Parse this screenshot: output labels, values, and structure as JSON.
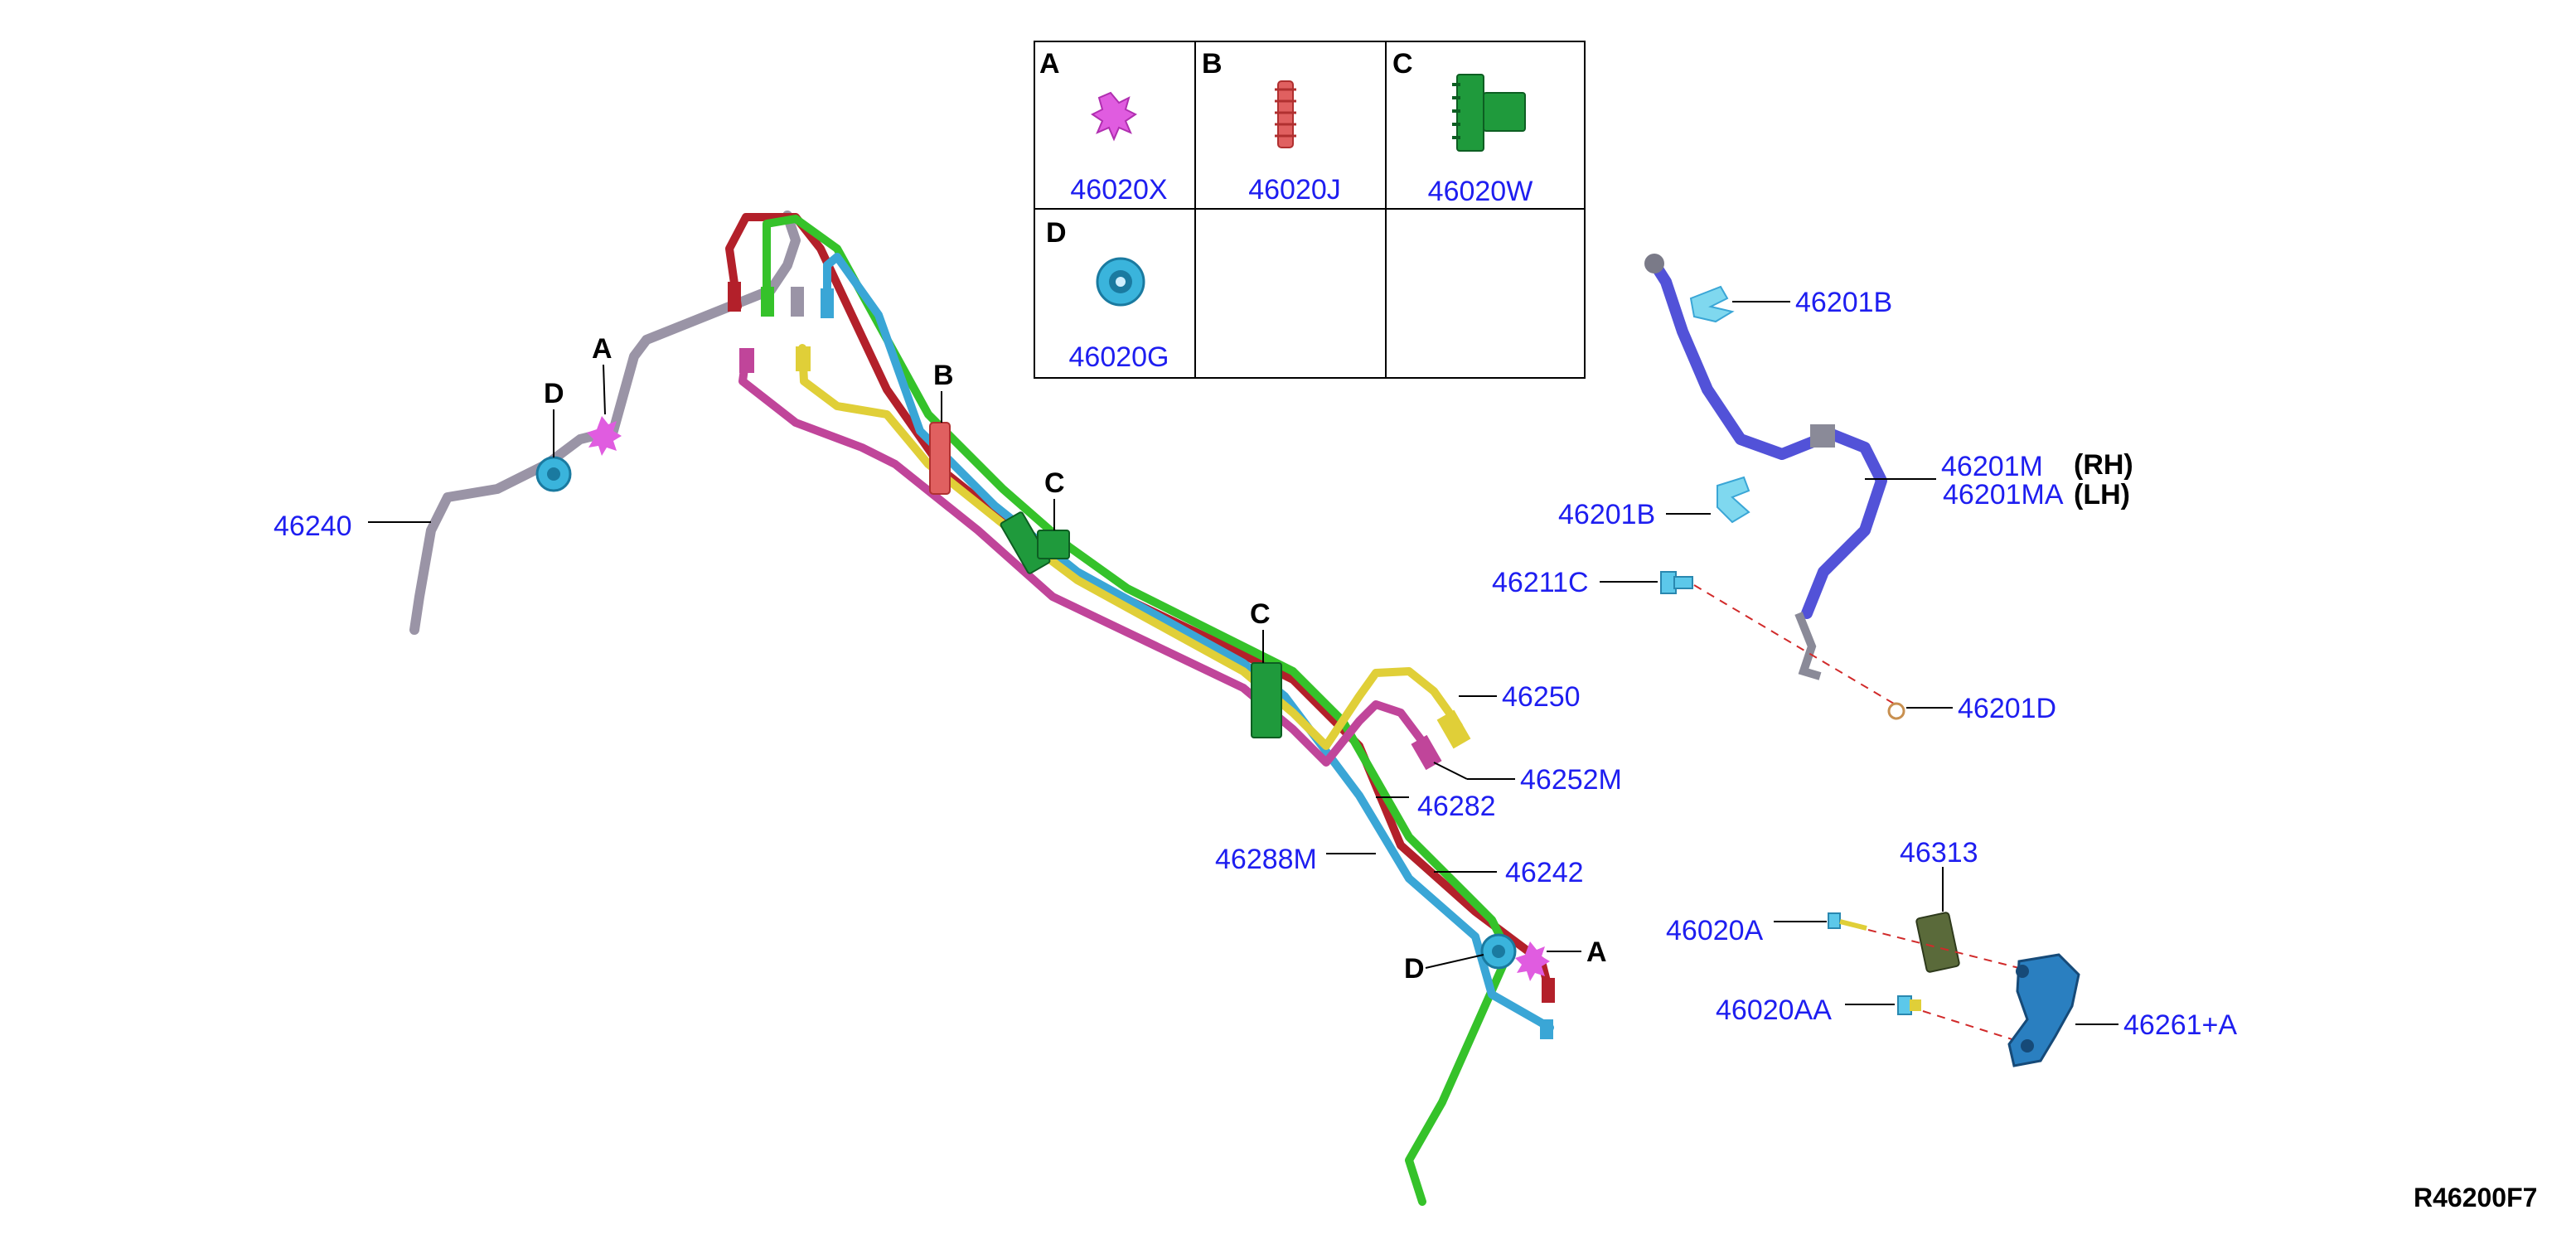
{
  "legend": {
    "cells": [
      {
        "letter": "A",
        "part": "46020X",
        "icon": "pink-clip-icon"
      },
      {
        "letter": "B",
        "part": "46020J",
        "icon": "red-clip-icon"
      },
      {
        "letter": "C",
        "part": "46020W",
        "icon": "green-clip-icon"
      },
      {
        "letter": "D",
        "part": "46020G",
        "icon": "blue-grommet-icon"
      }
    ]
  },
  "callouts": {
    "p46240": "46240",
    "p46201B_top": "46201B",
    "p46201M": "46201M",
    "p46201MA": "46201MA",
    "rh": "(RH)",
    "lh": "(LH)",
    "p46201B_mid": "46201B",
    "p46211C": "46211C",
    "p46201D": "46201D",
    "p46250": "46250",
    "p46252M": "46252M",
    "p46282": "46282",
    "p46288M": "46288M",
    "p46242": "46242",
    "p46313": "46313",
    "p46020A": "46020A",
    "p46020AA": "46020AA",
    "p46261A": "46261+A"
  },
  "clip_letters": {
    "a1": "A",
    "d1": "D",
    "b1": "B",
    "c1": "C",
    "c2": "C",
    "a2": "A",
    "d2": "D"
  },
  "reference": "R46200F7",
  "colors": {
    "callout_text": "#1e1ef0",
    "pipe_gray": "#9a94a6",
    "pipe_red": "#b3202a",
    "pipe_green": "#35c22a",
    "pipe_blue": "#3aa6d6",
    "pipe_yellow": "#e0cf38",
    "pipe_magenta": "#c0459a",
    "hose_blue": "#5252d8"
  }
}
